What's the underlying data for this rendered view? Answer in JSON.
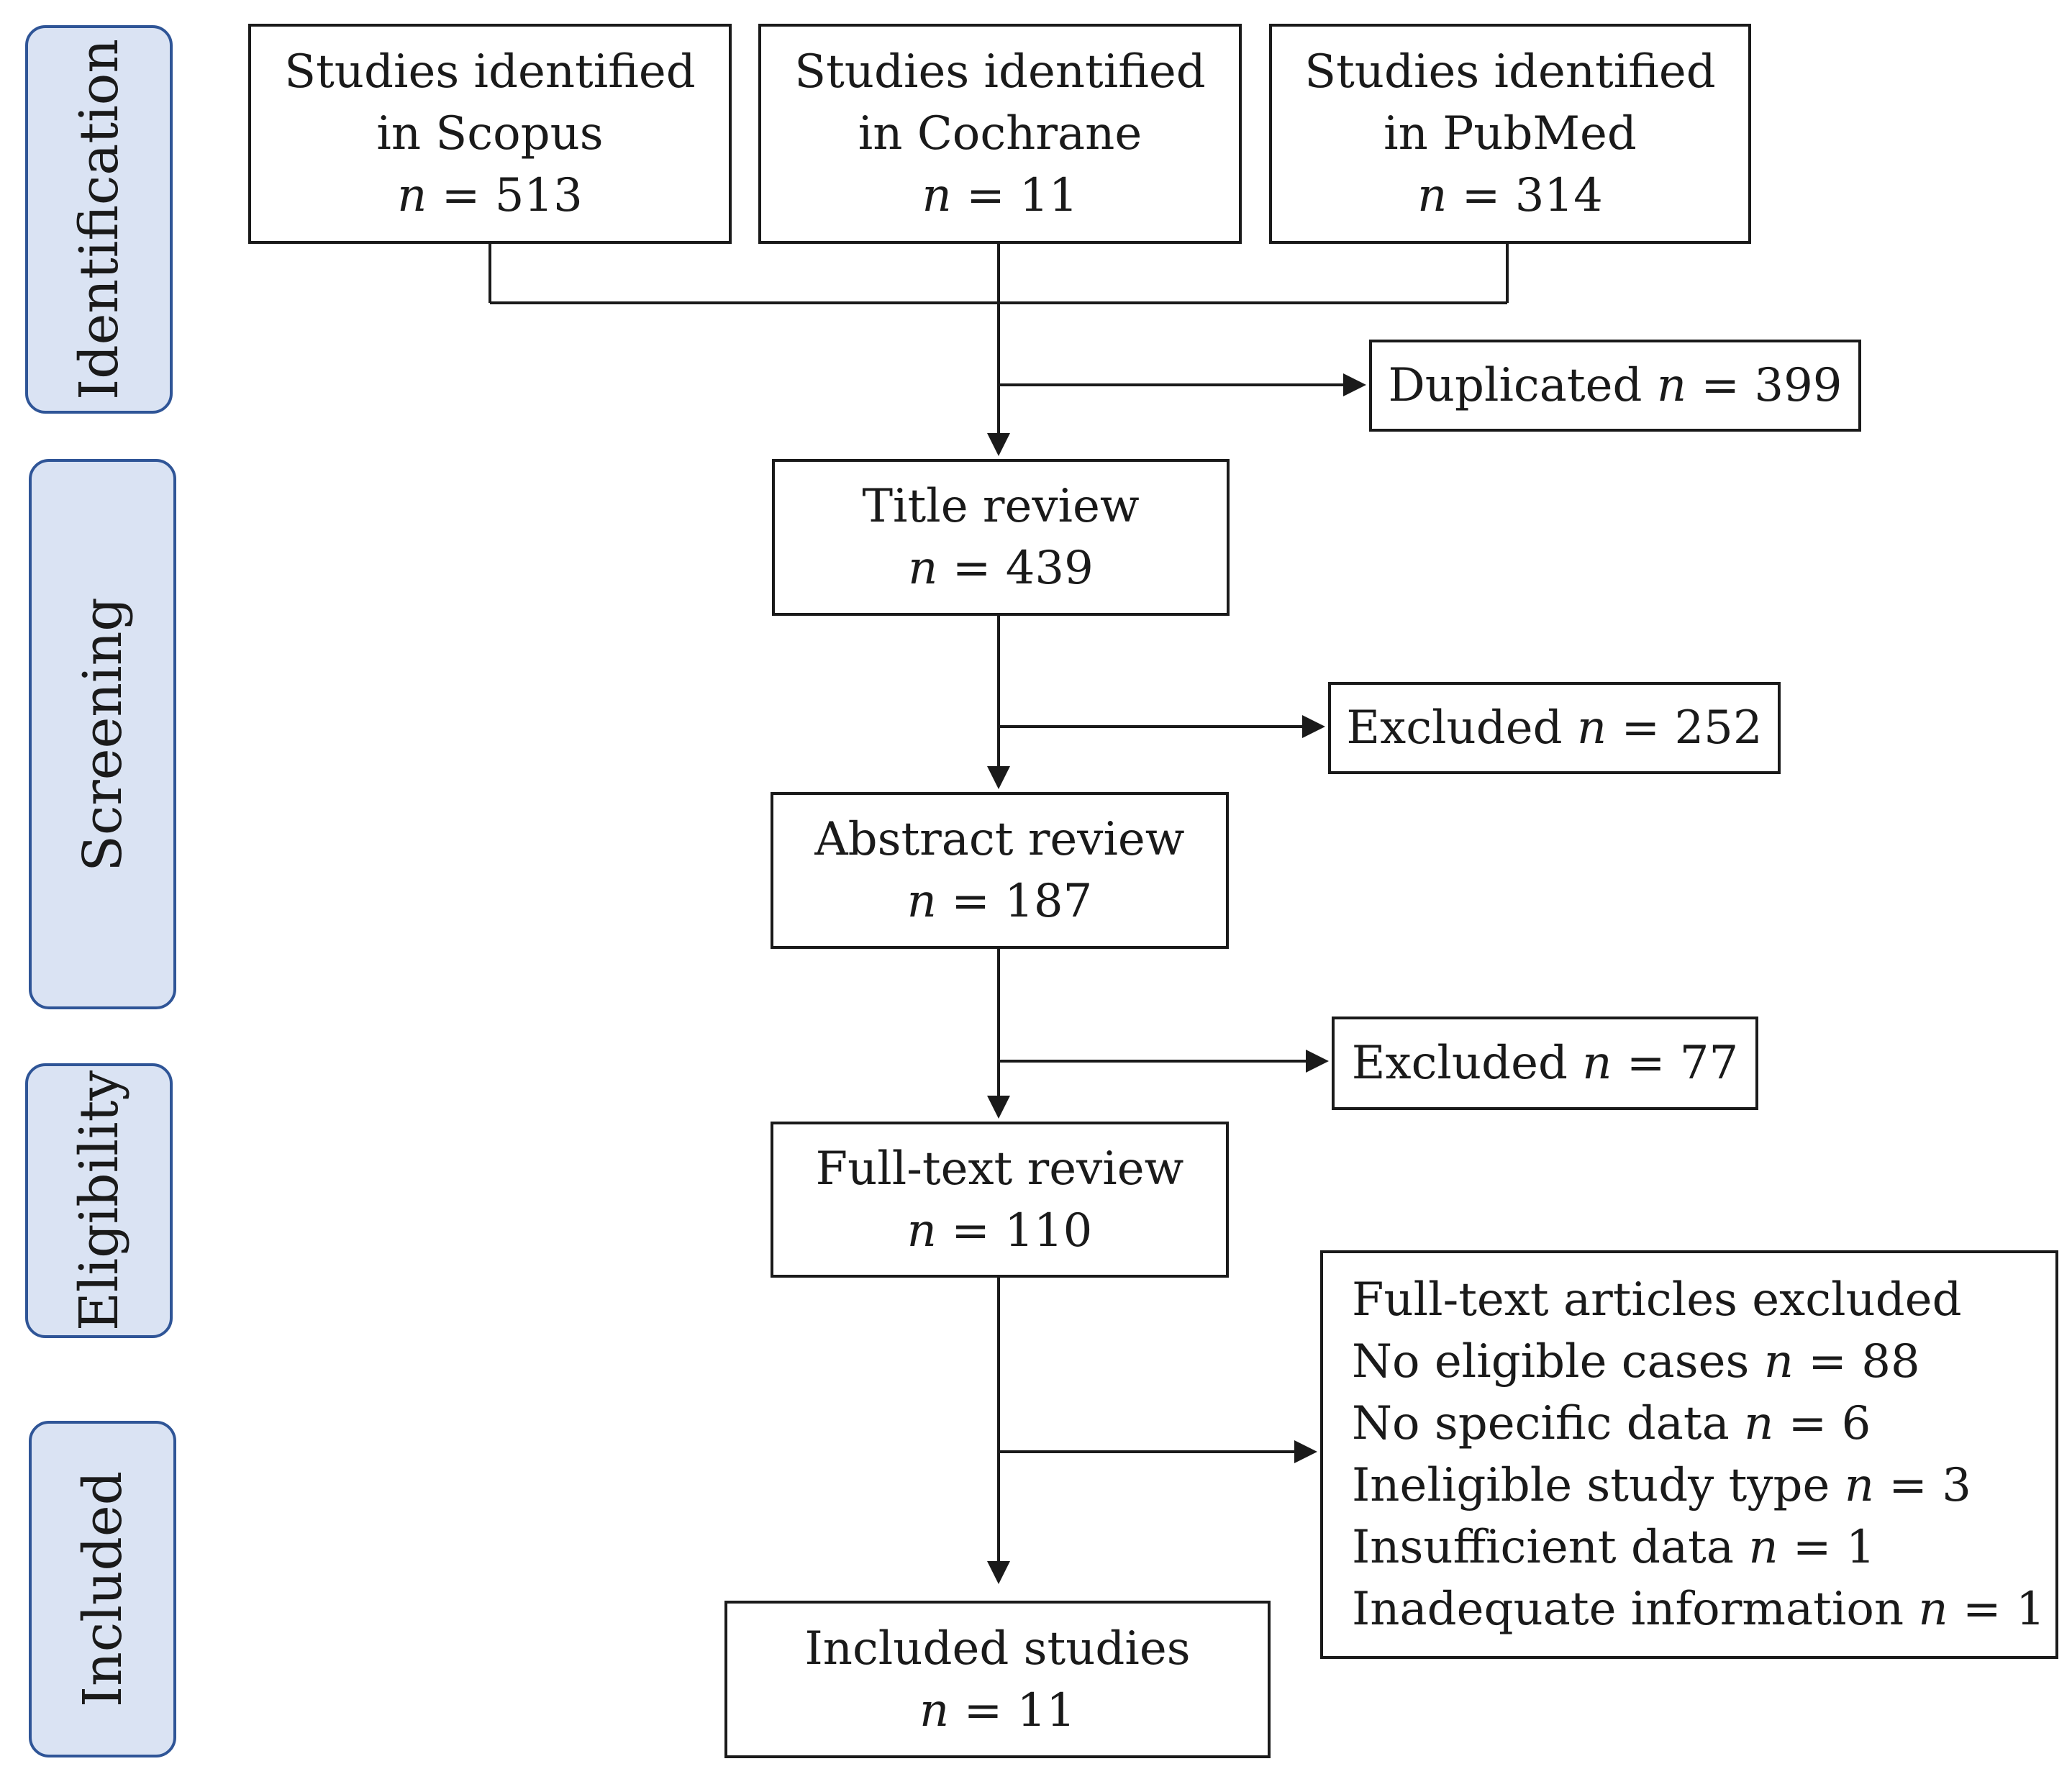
{
  "phases": {
    "identification": "Identification",
    "screening": "Screening",
    "eligibility": "Eligibility",
    "included": "Included"
  },
  "sources": {
    "scopus": {
      "line1": "Studies identified",
      "line2": "in Scopus",
      "count_prefix": "n",
      "count_text": " = 513"
    },
    "cochrane": {
      "line1": "Studies identified",
      "line2": "in Cochrane",
      "count_prefix": "n",
      "count_text": " = 11"
    },
    "pubmed": {
      "line1": "Studies identified",
      "line2": "in PubMed",
      "count_prefix": "n",
      "count_text": " = 314"
    }
  },
  "duplicated": {
    "label": "Duplicated ",
    "n": "n",
    "count_text": " = 399"
  },
  "title_review": {
    "label": "Title review",
    "n": "n",
    "count_text": " = 439"
  },
  "excluded_title": {
    "label": "Excluded ",
    "n": "n",
    "count_text": " = 252"
  },
  "abstract_review": {
    "label": "Abstract review",
    "n": "n",
    "count_text": " = 187"
  },
  "excluded_abstract": {
    "label": "Excluded ",
    "n": "n",
    "count_text": " = 77"
  },
  "fulltext_review": {
    "label": "Full-text review",
    "n": "n",
    "count_text": " = 110"
  },
  "fulltext_excluded": {
    "heading": "Full-text articles excluded",
    "reasons": [
      {
        "label": "No eligible cases ",
        "n": "n",
        "count_text": " = 88"
      },
      {
        "label": "No specific data ",
        "n": "n",
        "count_text": " = 6"
      },
      {
        "label": "Ineligible study type ",
        "n": "n",
        "count_text": " = 3"
      },
      {
        "label": "Insufficient data ",
        "n": "n",
        "count_text": " = 1"
      },
      {
        "label": "Inadequate information ",
        "n": "n",
        "count_text": " = 1"
      }
    ]
  },
  "included_studies": {
    "label": "Included studies",
    "n": "n",
    "count_text": " = 11"
  },
  "colors": {
    "phase_fill": "#dae3f3",
    "phase_border": "#2f5597",
    "box_border": "#1a1a1a",
    "connector": "#1a1a1a"
  }
}
